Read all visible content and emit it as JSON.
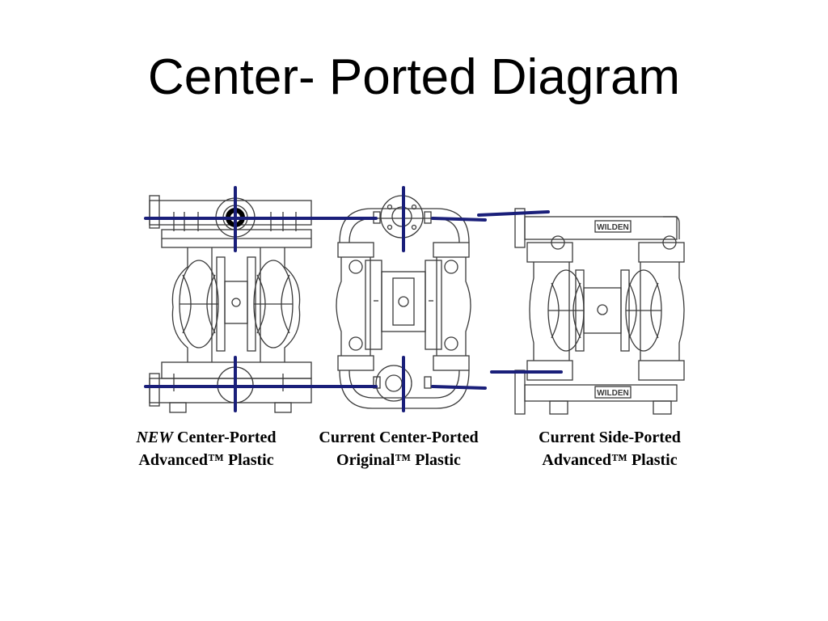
{
  "slide": {
    "title": "Center- Ported Diagram"
  },
  "pumps": [
    {
      "caption_emphasis": "NEW",
      "caption_line1": "Center-Ported",
      "caption_line2": "Advanced™ Plastic"
    },
    {
      "caption_line1": "Current Center-Ported",
      "caption_line2": "Original™ Plastic"
    },
    {
      "caption_line1": "Current Side-Ported",
      "caption_line2": "Advanced™ Plastic",
      "brand_top": "WILDEN",
      "brand_bottom": "WILDEN"
    }
  ],
  "colors": {
    "port_marker": "#1a1f7a",
    "drawing": "#3a3a3a"
  }
}
